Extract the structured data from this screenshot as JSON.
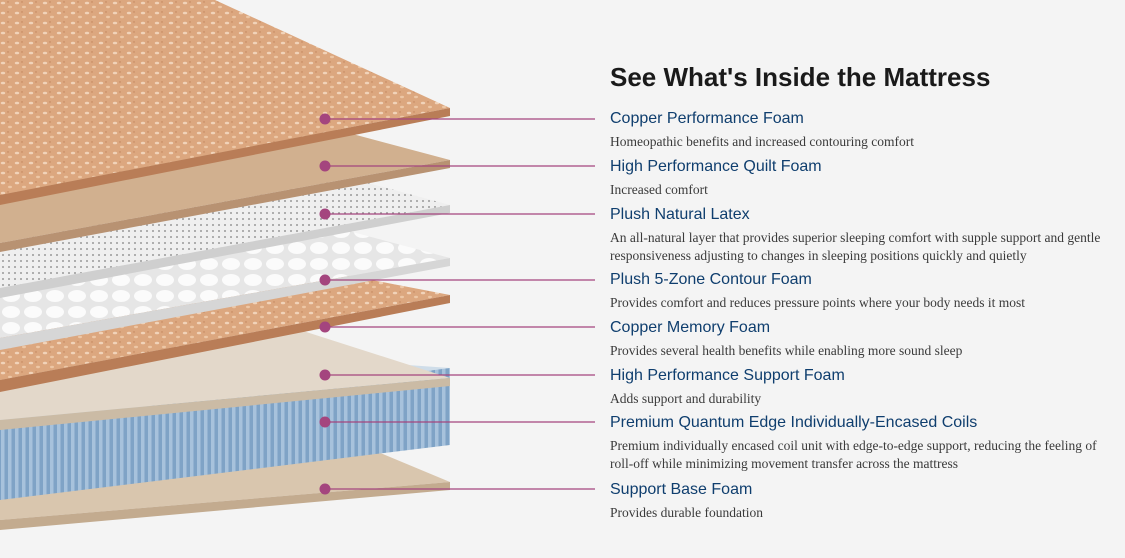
{
  "section": {
    "title": "See What's Inside the Mattress"
  },
  "colors": {
    "accent": "#a4457e",
    "heading": "#0f3e6e",
    "copper": "#d9a27e",
    "beige": "#cdb397",
    "white_foam": "#ececec",
    "coil_blue": "#8fb0cf"
  },
  "layers": [
    {
      "name": "Copper Performance Foam",
      "description": "Homeopathic benefits and increased contouring comfort"
    },
    {
      "name": "High Performance Quilt Foam",
      "description": "Increased comfort"
    },
    {
      "name": "Plush Natural Latex",
      "description": "An all-natural layer that provides superior sleeping comfort with supple support and gentle responsiveness adjusting to changes in sleeping positions quickly and quietly"
    },
    {
      "name": "Plush 5-Zone Contour Foam",
      "description": "Provides comfort and reduces pressure points where your body needs it most"
    },
    {
      "name": "Copper Memory Foam",
      "description": "Provides several health benefits while enabling more sound sleep"
    },
    {
      "name": "High Performance Support Foam",
      "description": "Adds support and durability"
    },
    {
      "name": "Premium Quantum Edge Individually-Encased Coils",
      "description": "Premium individually encased coil unit with edge-to-edge support, reducing the feeling of roll-off while minimizing movement transfer across the mattress"
    },
    {
      "name": "Support Base Foam",
      "description": "Provides durable foundation"
    }
  ]
}
